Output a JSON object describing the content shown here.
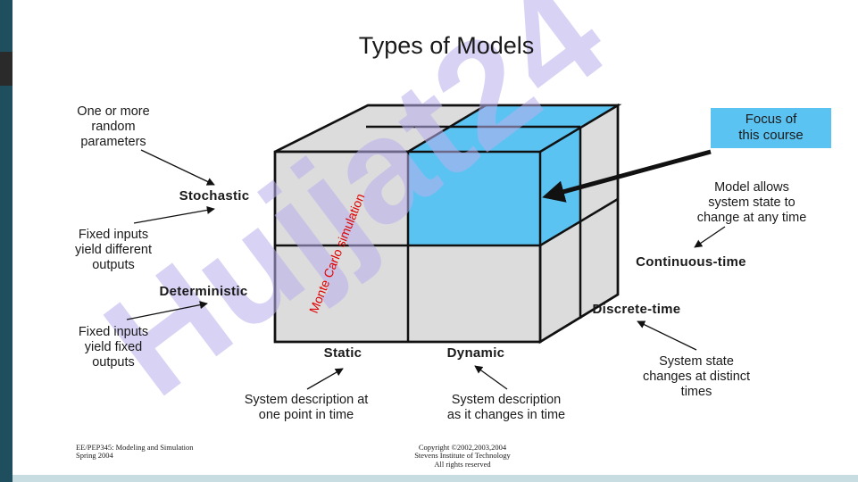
{
  "title": "Types of Models",
  "watermark": "Hujjat24",
  "colors": {
    "cube_face": "#dcdcdc",
    "highlight": "#5bc3f2",
    "watermark": "#b9b0ec",
    "monte_carlo": "#e00000"
  },
  "labels": {
    "random_params": [
      "One or more",
      "random",
      "parameters"
    ],
    "stochastic": "Stochastic",
    "fixed_diff": [
      "Fixed inputs",
      "yield different",
      "outputs"
    ],
    "deterministic": "Deterministic",
    "fixed_fixed": [
      "Fixed inputs",
      "yield fixed",
      "outputs"
    ],
    "static": "Static",
    "dynamic": "Dynamic",
    "static_desc": [
      "System description at",
      "one point in time"
    ],
    "dynamic_desc": [
      "System description",
      "as it changes in time"
    ],
    "continuous_desc": [
      "Model allows",
      "system state to",
      "change at any time"
    ],
    "continuous": "Continuous-time",
    "discrete": "Discrete-time",
    "discrete_desc": [
      "System state",
      "changes at distinct",
      "times"
    ],
    "focus": [
      "Focus of",
      "this course"
    ],
    "monte_carlo": "Monte Carlo simulation"
  },
  "footer": {
    "left": [
      "EE/PEP345: Modeling and Simulation",
      "Spring 2004"
    ],
    "right": [
      "Copyright ©2002,2003,2004",
      "Stevens Institute of Technology",
      "All rights reserved"
    ]
  }
}
